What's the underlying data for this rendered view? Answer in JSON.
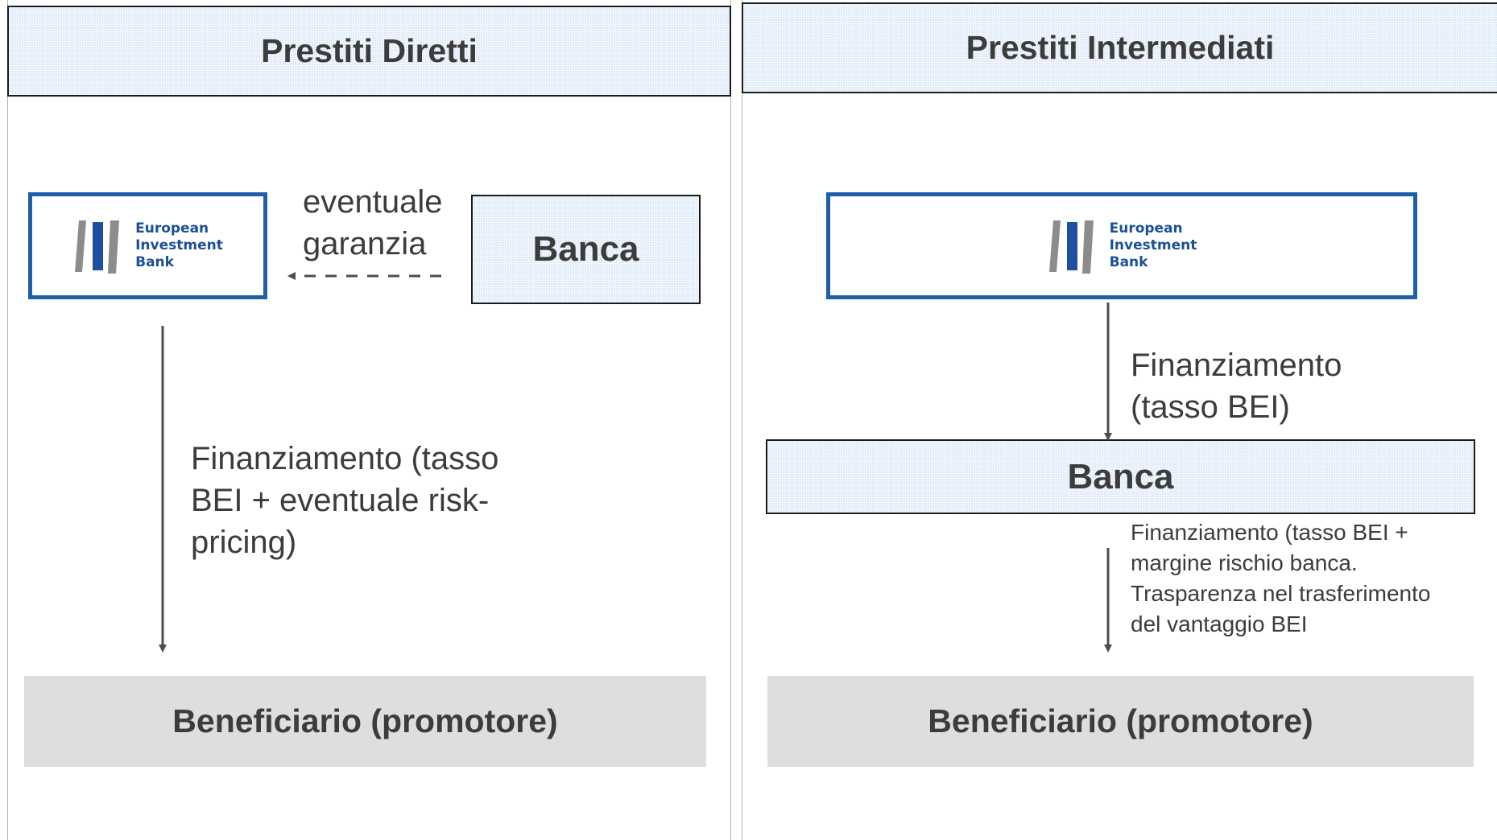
{
  "diagram": {
    "left": {
      "header": "Prestiti Diretti",
      "bank_box": "Banca",
      "guarantee_label": [
        "eventuale",
        "garanzia"
      ],
      "financing_label": [
        "Finanziamento (tasso",
        "BEI + eventuale risk-",
        "pricing)"
      ],
      "beneficiary": "Beneficiario (promotore)"
    },
    "right": {
      "header": "Prestiti Intermediati",
      "financing_label_1": [
        "Finanziamento",
        "(tasso BEI)"
      ],
      "bank_box": "Banca",
      "financing_label_2": [
        "Finanziamento (tasso BEI +",
        "margine rischio banca.",
        "Trasparenza nel trasferimento",
        "del vantaggio BEI"
      ],
      "beneficiary": "Beneficiario (promotore)"
    },
    "eib_logo": {
      "lines": [
        "European",
        "Investment",
        "Bank"
      ]
    },
    "colors": {
      "eib_blue": "#1f5fa8",
      "header_fill": "#dfeaf8",
      "beneficiary_fill": "#dedede",
      "text": "#3c3c3c",
      "arrow": "#4d4d4d"
    }
  }
}
